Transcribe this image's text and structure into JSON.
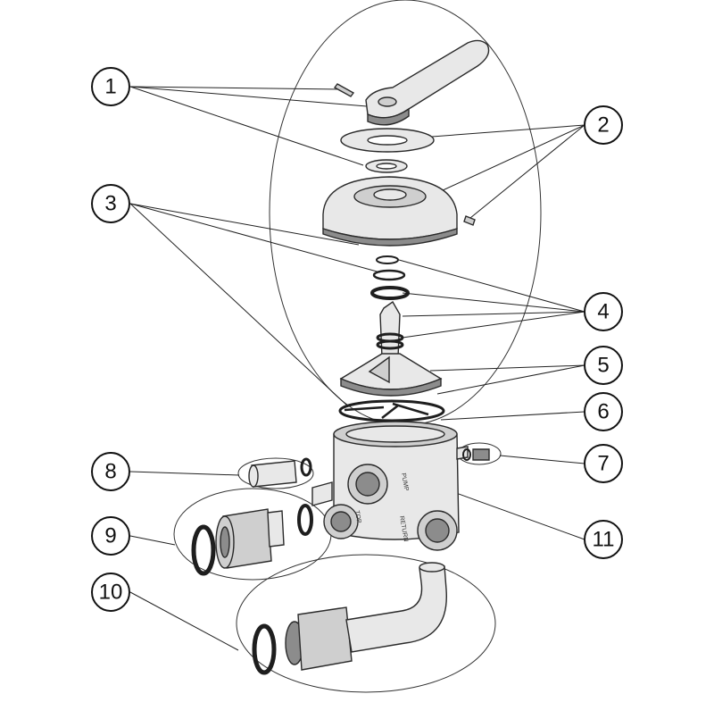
{
  "callouts": [
    {
      "id": 1,
      "label": "1"
    },
    {
      "id": 2,
      "label": "2"
    },
    {
      "id": 3,
      "label": "3"
    },
    {
      "id": 4,
      "label": "4"
    },
    {
      "id": 5,
      "label": "5"
    },
    {
      "id": 6,
      "label": "6"
    },
    {
      "id": 7,
      "label": "7"
    },
    {
      "id": 8,
      "label": "8"
    },
    {
      "id": 9,
      "label": "9"
    },
    {
      "id": 10,
      "label": "10"
    },
    {
      "id": 11,
      "label": "11"
    }
  ],
  "port_markings": {
    "pump": "PUMP",
    "return": "RETURN",
    "top": "TOP"
  },
  "colors": {
    "line": "#222222",
    "part_fill": "#e8e8e8",
    "part_shadow": "#8c8c8c"
  }
}
